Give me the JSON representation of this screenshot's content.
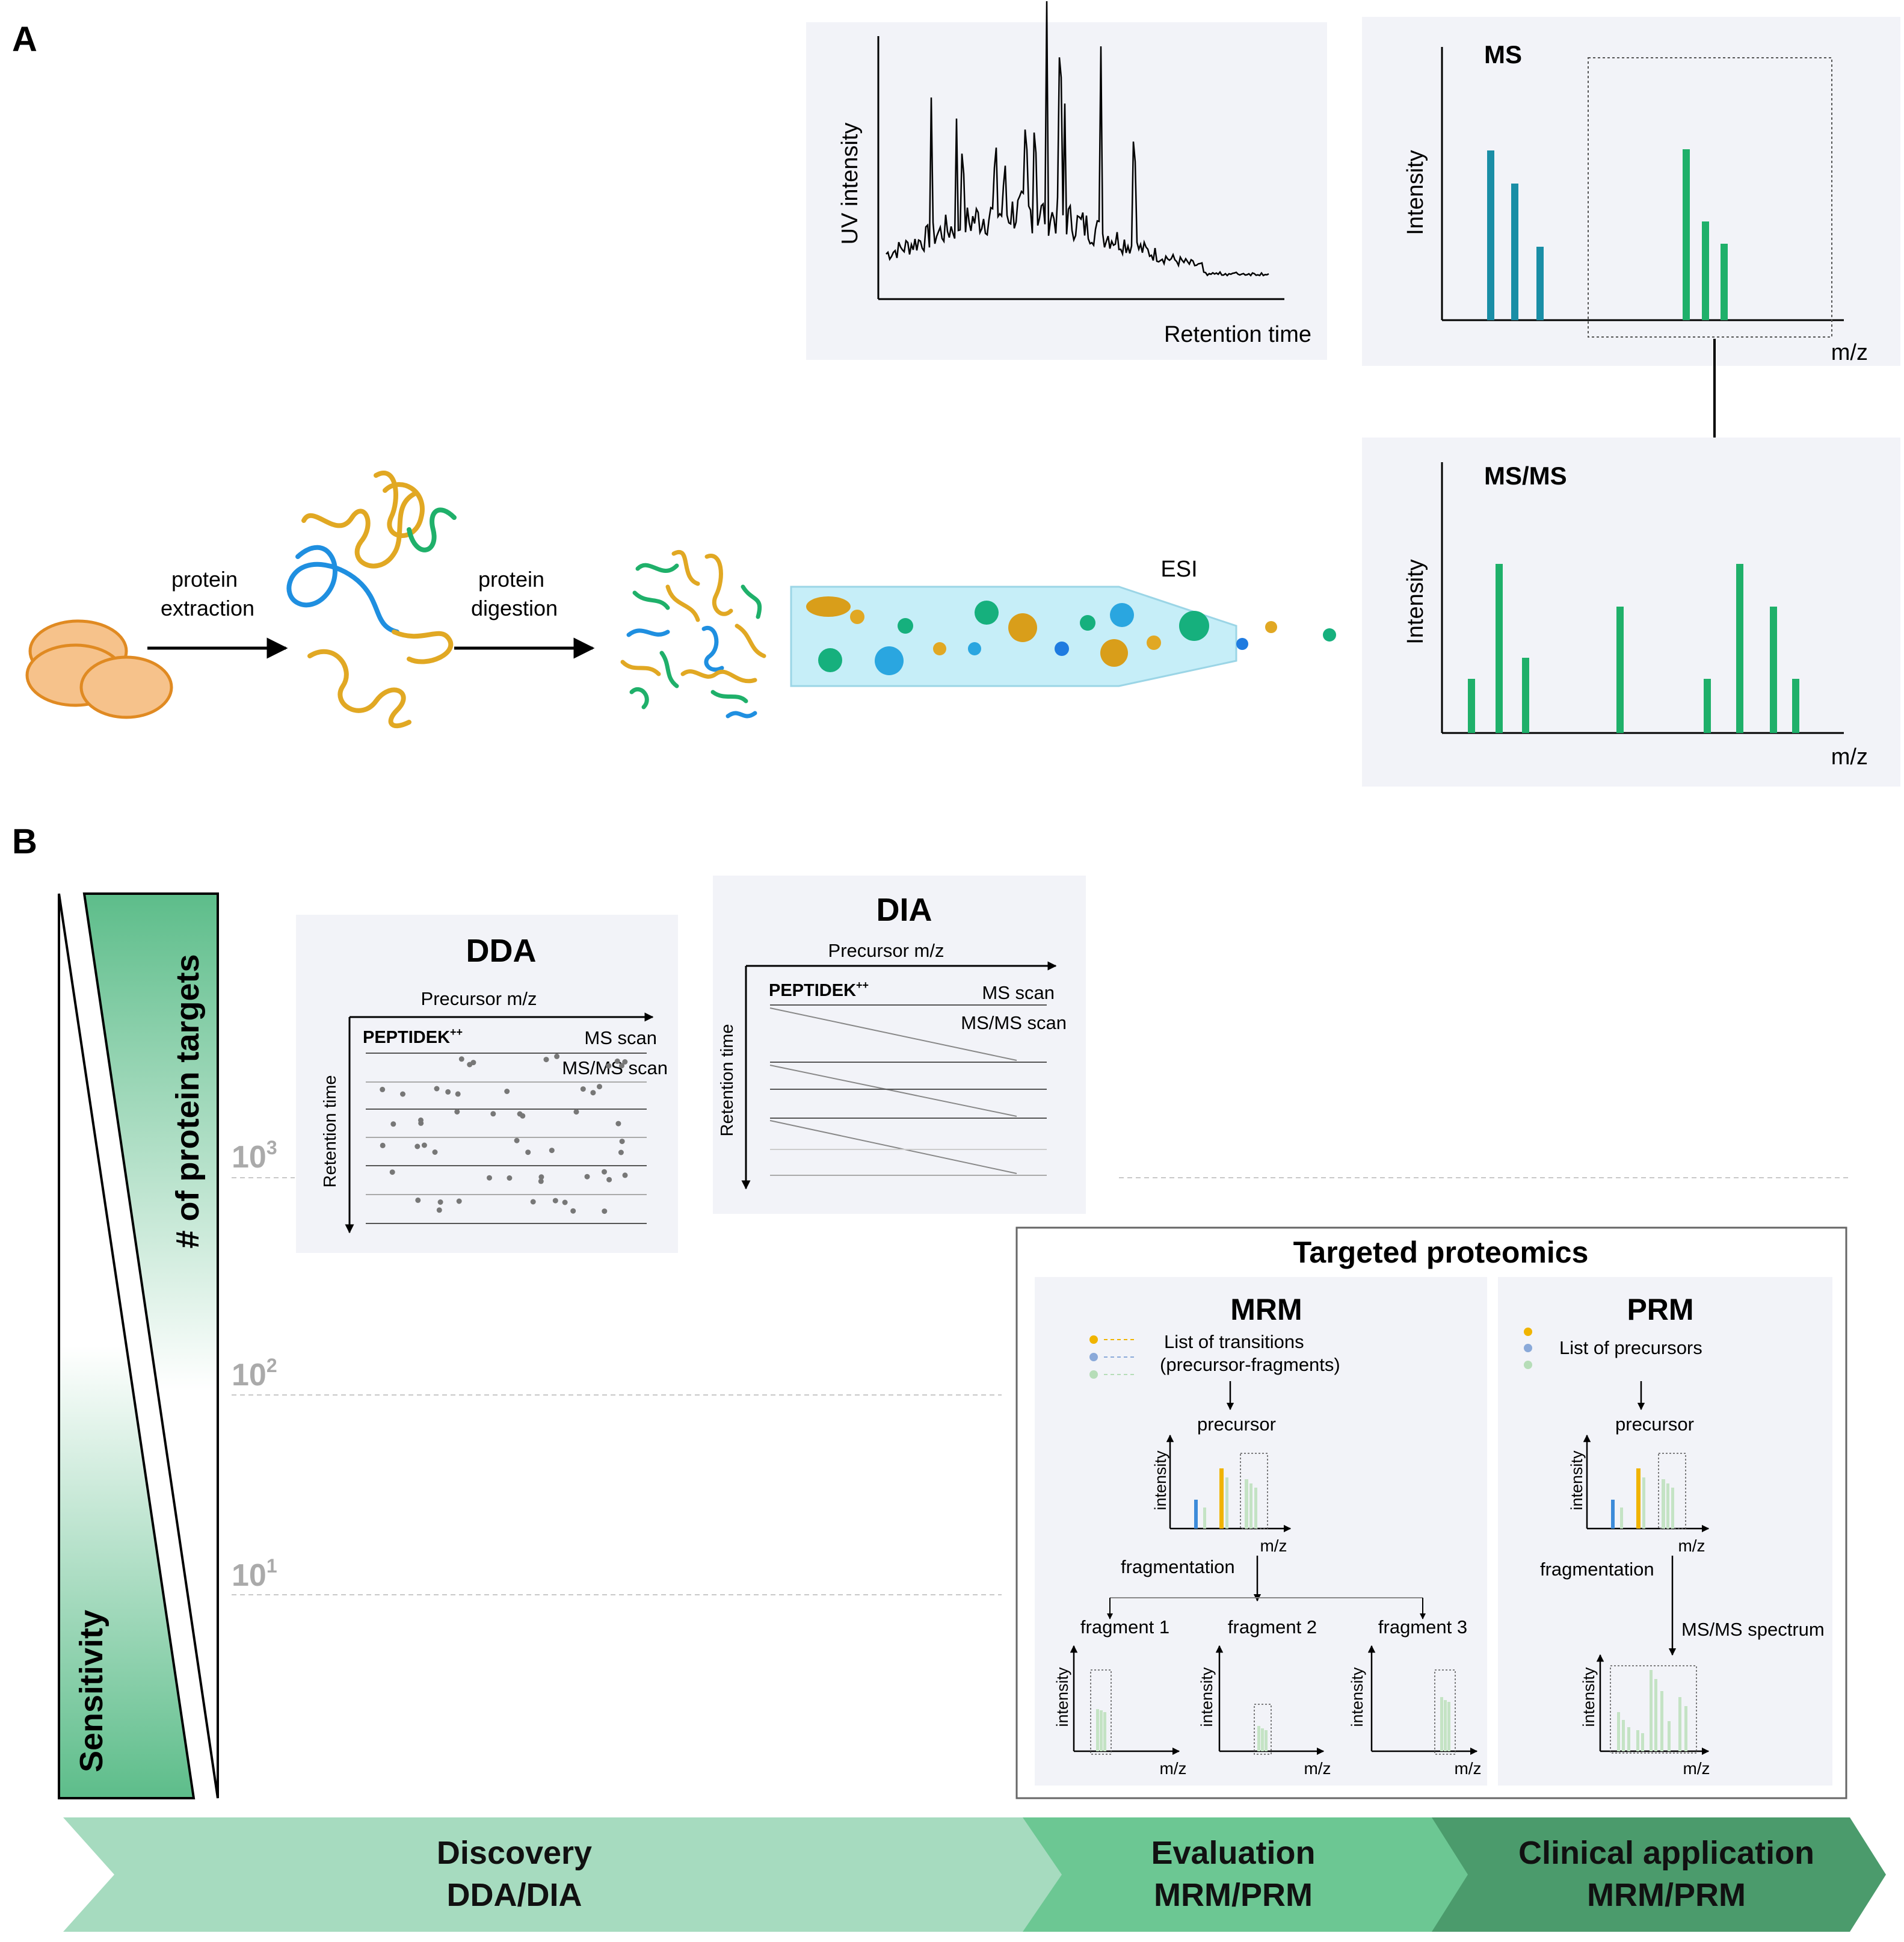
{
  "panel_a": {
    "label": "A",
    "step1": [
      "protein",
      "extraction"
    ],
    "step2": [
      "protein",
      "digestion"
    ],
    "esi": "ESI",
    "uv_chart": {
      "ylabel": "UV intensity",
      "xlabel": "Retention time"
    },
    "ms_chart": {
      "title": "MS",
      "ylabel": "Intensity",
      "xlabel": "m/z"
    },
    "msms_chart": {
      "title": "MS/MS",
      "ylabel": "Intensity",
      "xlabel": "m/z"
    }
  },
  "panel_b": {
    "label": "B",
    "wedge": {
      "targets": "# of protein targets",
      "sensitivity": "Sensitivity"
    },
    "ticks": [
      {
        "base": "10",
        "exp": "3"
      },
      {
        "base": "10",
        "exp": "2"
      },
      {
        "base": "10",
        "exp": "1"
      }
    ],
    "dda": {
      "title": "DDA",
      "xlabel": "Precursor m/z",
      "ylabel": "Retention time",
      "peptide": "PEPTIDEK",
      "charge": "++",
      "ms": "MS scan",
      "msms": "MS/MS scan"
    },
    "dia": {
      "title": "DIA",
      "xlabel": "Precursor m/z",
      "ylabel": "Retention time",
      "peptide": "PEPTIDEK",
      "charge": "++",
      "ms": "MS scan",
      "msms": "MS/MS scan"
    },
    "targeted": {
      "title": "Targeted proteomics",
      "mrm": {
        "title": "MRM",
        "list": [
          "List of transitions",
          "(precursor-fragments)"
        ],
        "precursor": "precursor",
        "fragmentation": "fragmentation",
        "fragments": [
          "fragment 1",
          "fragment 2",
          "fragment 3"
        ],
        "ylabel": "intensity",
        "xlabel": "m/z"
      },
      "prm": {
        "title": "PRM",
        "list": "List of precursors",
        "precursor": "precursor",
        "fragmentation": "fragmentation",
        "msms": "MS/MS spectrum",
        "ylabel": "intensity",
        "xlabel": "m/z"
      }
    },
    "stages": [
      {
        "line1": "Discovery",
        "line2": "DDA/DIA"
      },
      {
        "line1": "Evaluation",
        "line2": "MRM/PRM"
      },
      {
        "line1": "Clinical application",
        "line2": "MRM/PRM"
      }
    ]
  },
  "colors": {
    "orange": "#e8a33c",
    "yellow": "#e1a823",
    "blue": "#1f8fe0",
    "teal": "#1a8ea6",
    "green": "#1fb06a",
    "panel_bg": "#f2f3f8",
    "stage_light": "#a6dbbf",
    "stage_mid": "#6cc793",
    "stage_dark": "#4b9b6c"
  }
}
